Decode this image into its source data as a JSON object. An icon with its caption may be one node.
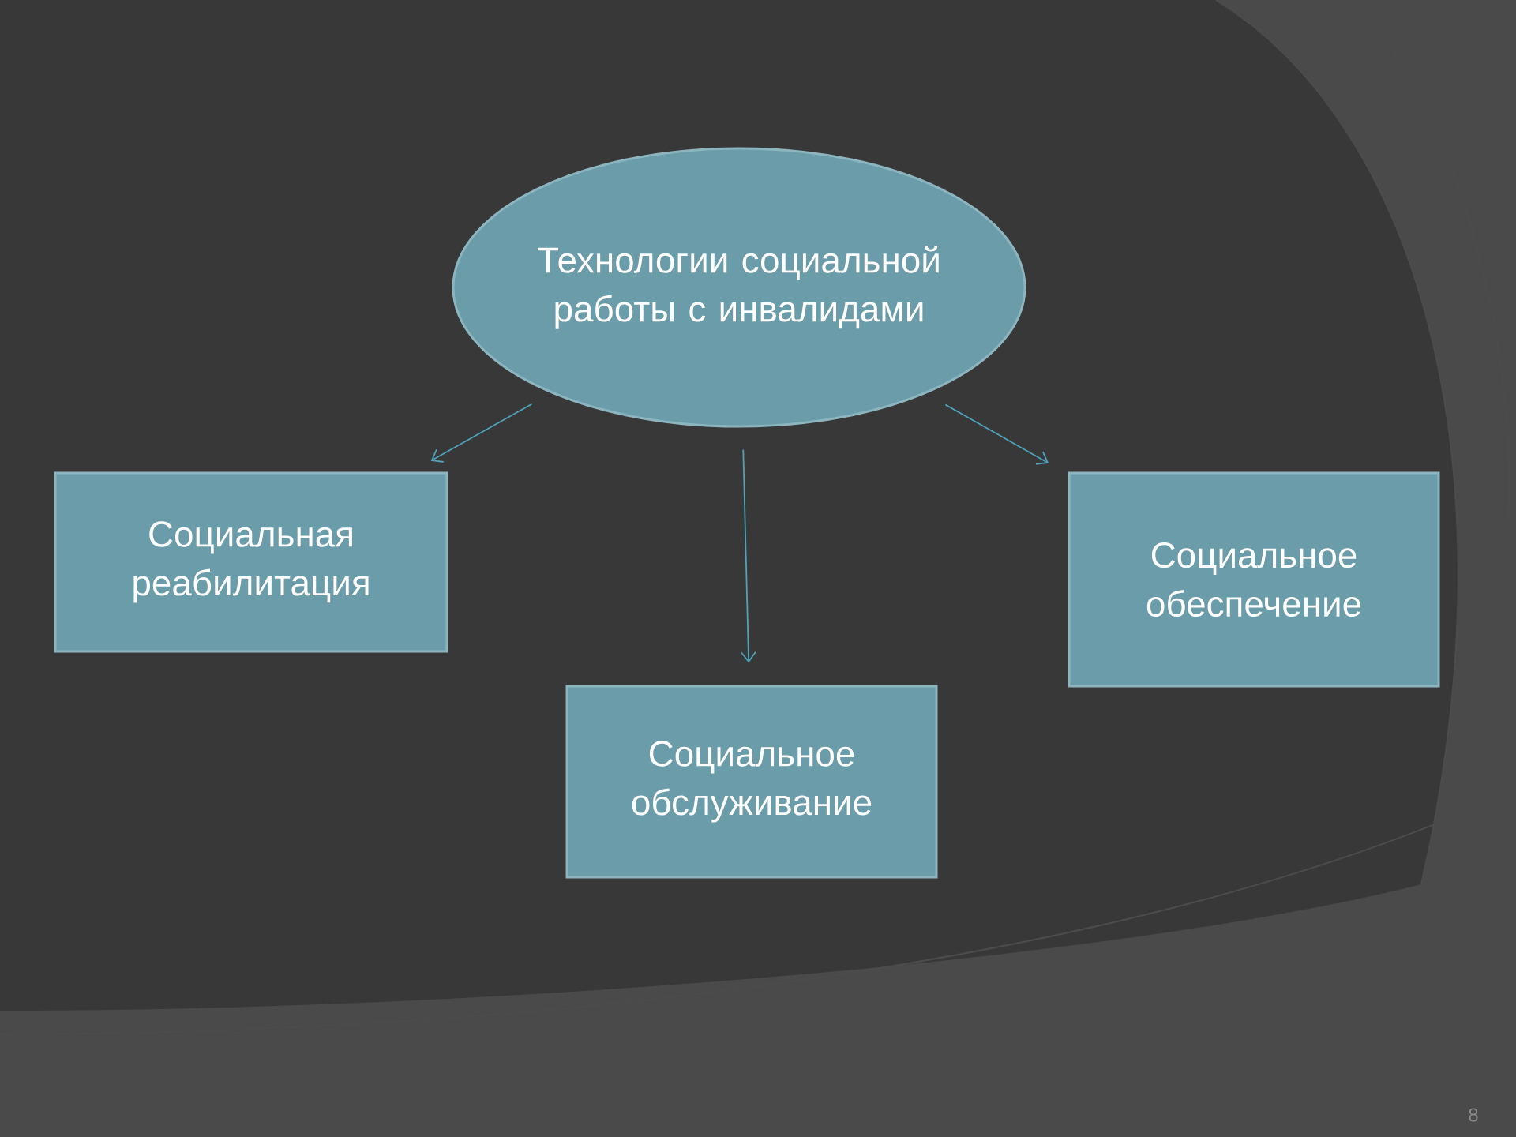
{
  "diagram": {
    "nodes": [
      {
        "text": [
          "Технологии социальной работы с инвалидами"
        ]
      },
      {
        "text": [
          "Социальная реабилитация"
        ]
      },
      {
        "text": [
          "Социальное обслуживание"
        ]
      },
      {
        "text": [
          "Социальное обеспечение"
        ]
      }
    ],
    "edges": [
      {
        "from": 0,
        "to": 1,
        "arrow": "to"
      },
      {
        "from": 0,
        "to": 2,
        "arrow": "to"
      },
      {
        "from": 0,
        "to": 3,
        "arrow": "to"
      }
    ],
    "labels": [
      "8"
    ]
  }
}
